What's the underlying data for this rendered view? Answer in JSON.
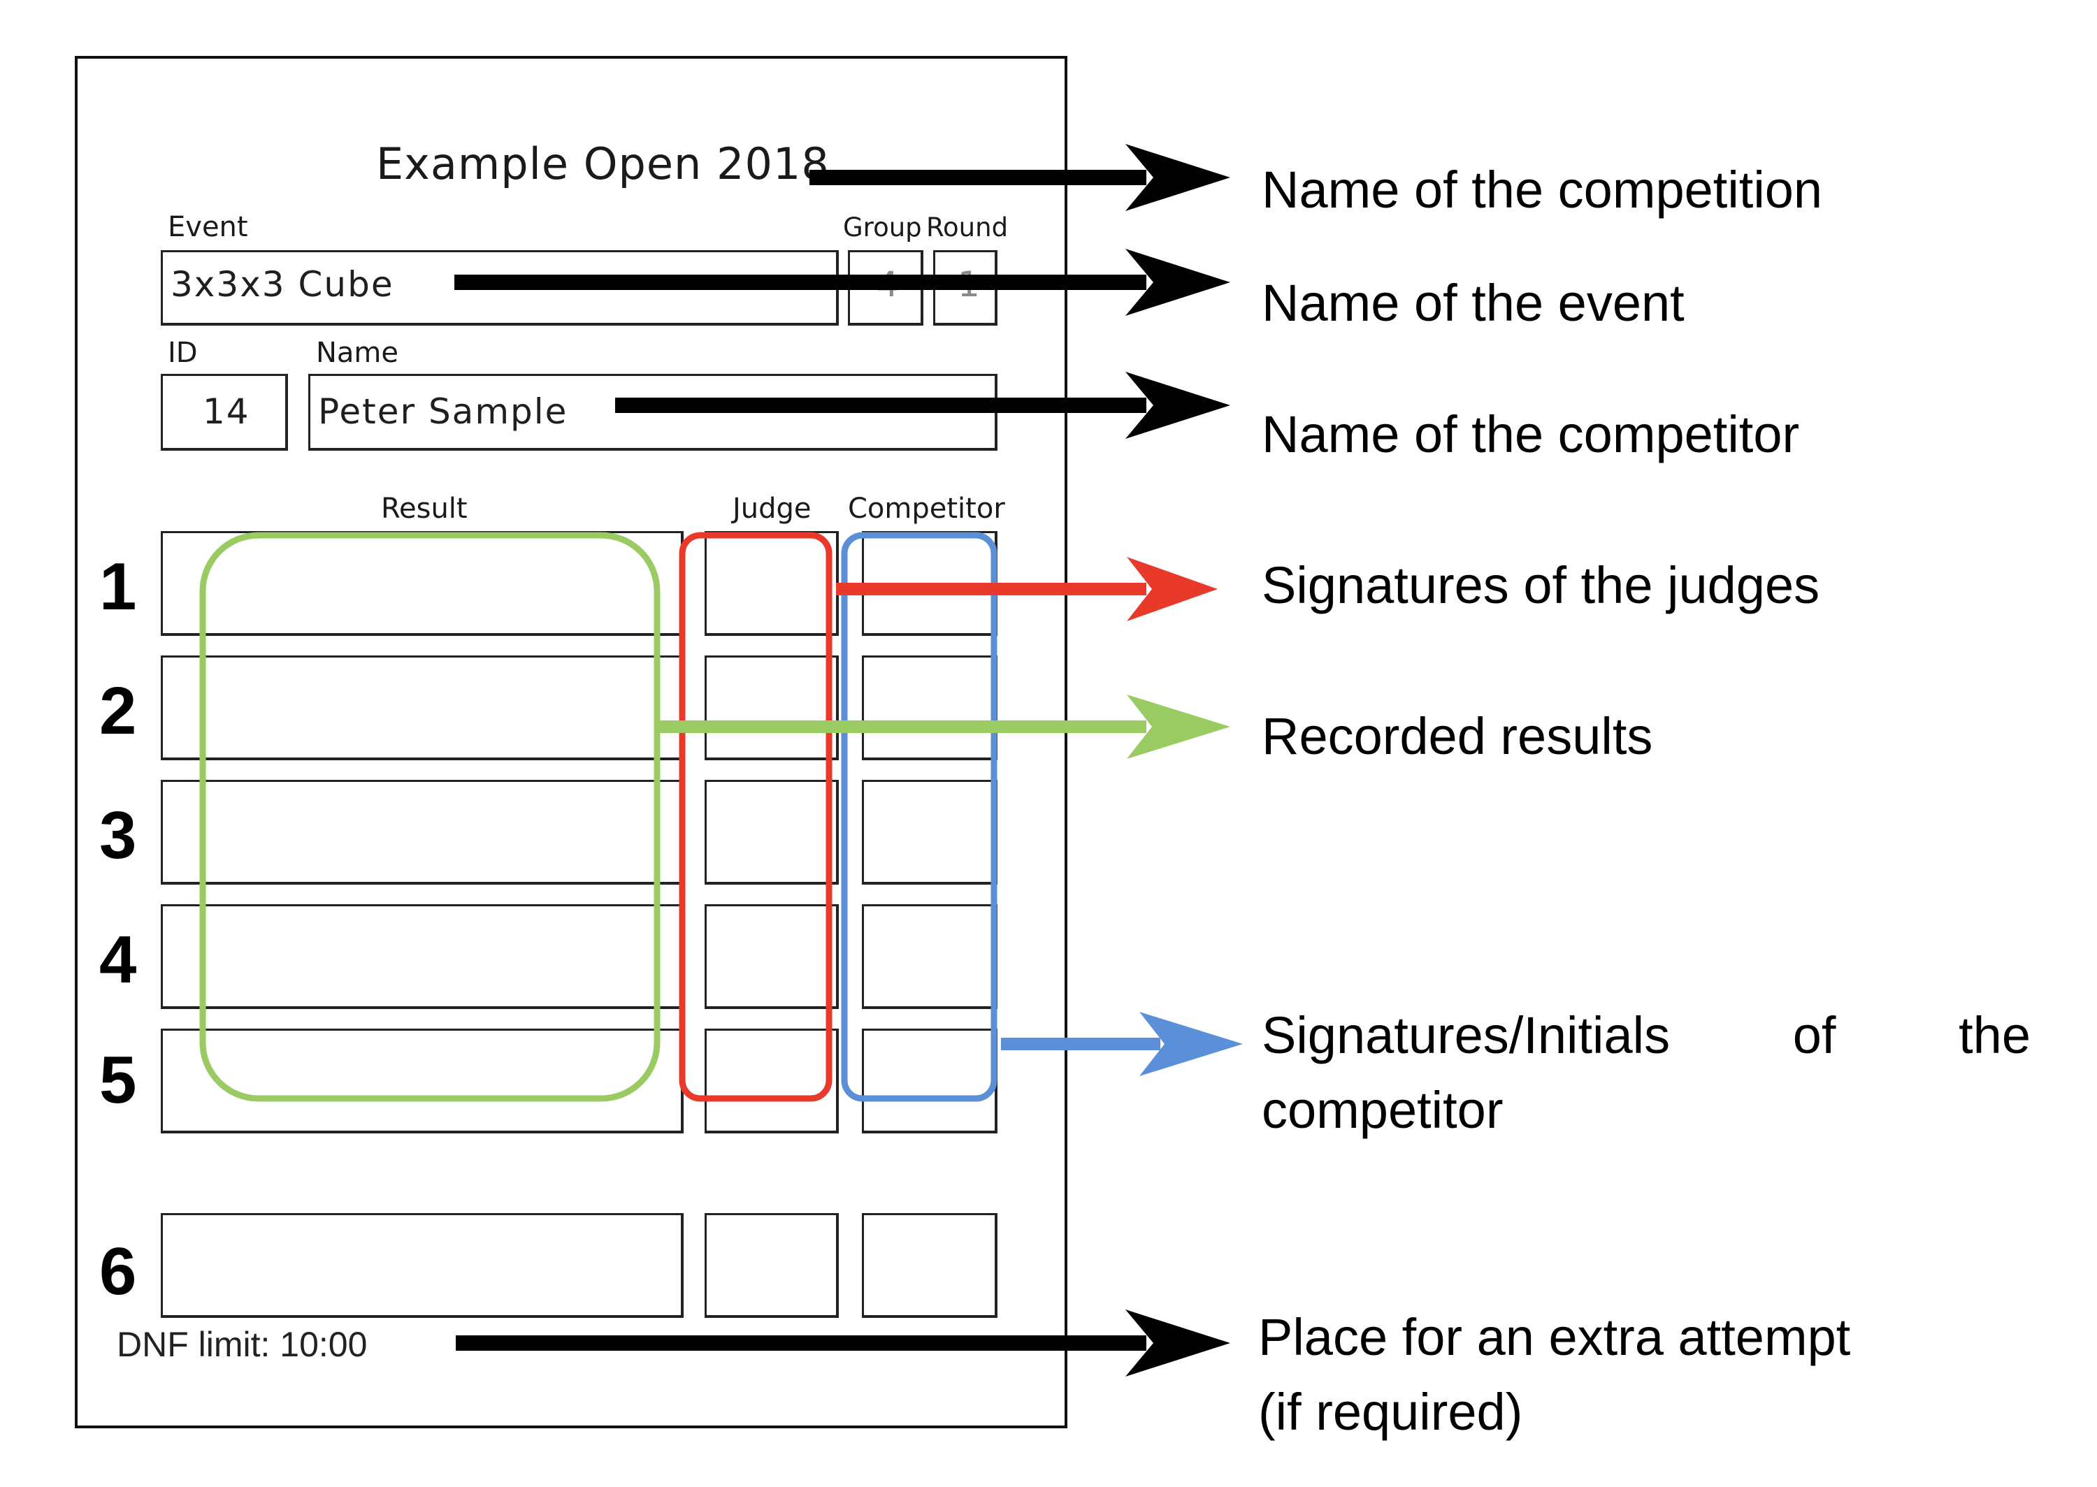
{
  "sheet": {
    "competition_name": "Example Open 2018",
    "labels": {
      "event": "Event",
      "group": "Group",
      "round": "Round",
      "id": "ID",
      "name": "Name",
      "result": "Result",
      "judge": "Judge",
      "competitor": "Competitor"
    },
    "event_value": "3x3x3 Cube",
    "group_value": "4",
    "round_value": "1",
    "id_value": "14",
    "name_value": "Peter Sample",
    "attempt_numbers": [
      "1",
      "2",
      "3",
      "4",
      "5",
      "6"
    ],
    "dnf_limit": "DNF limit:  10:00"
  },
  "captions": {
    "competition": "Name of the competition",
    "event": "Name of the event",
    "competitor_name": "Name of the competitor",
    "judges": "Signatures of the judges",
    "results": "Recorded results",
    "competitor_sig_line1": [
      "Signatures/Initials",
      "of",
      "the"
    ],
    "competitor_sig_line2": "competitor",
    "extra_line1": "Place for an extra attempt",
    "extra_line2": "(if required)"
  },
  "colors": {
    "arrow_black": "#000000",
    "judge_red": "#e8392b",
    "result_green": "#9acb62",
    "competitor_blue": "#5b8fd8"
  }
}
